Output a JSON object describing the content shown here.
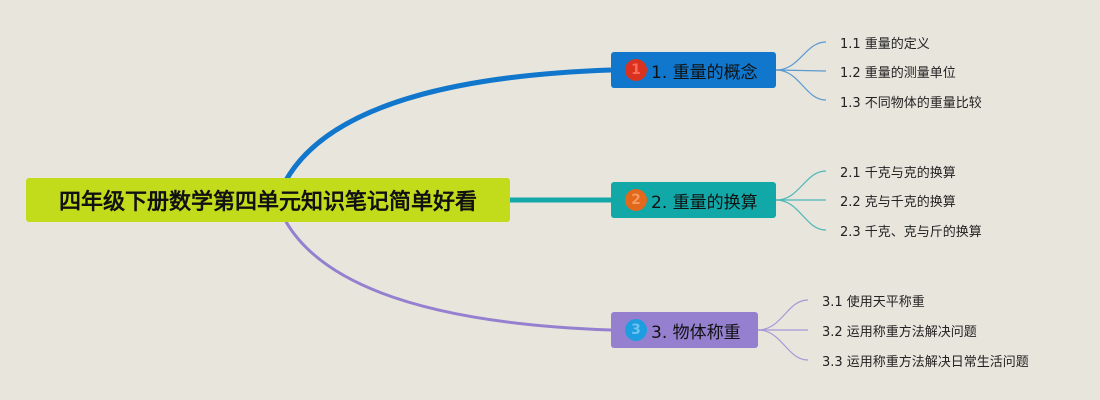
{
  "root": {
    "title": "四年级下册数学第四单元知识笔记简单好看"
  },
  "branches": [
    {
      "badge": "1",
      "label": "1. 重量的概念",
      "color": "#1177cc",
      "badge_color": "#d9321f",
      "children": [
        "1.1 重量的定义",
        "1.2 重量的测量单位",
        "1.3 不同物体的重量比较"
      ]
    },
    {
      "badge": "2",
      "label": "2. 重量的换算",
      "color": "#12a8a8",
      "badge_color": "#e2681c",
      "children": [
        "2.1 千克与克的换算",
        "2.2 克与千克的换算",
        "2.3 千克、克与斤的换算"
      ]
    },
    {
      "badge": "3",
      "label": "3. 物体称重",
      "color": "#9580d0",
      "badge_color": "#1e9de0",
      "children": [
        "3.1 使用天平称重",
        "3.2 运用称重方法解决问题",
        "3.3 运用称重方法解决日常生活问题"
      ]
    }
  ]
}
